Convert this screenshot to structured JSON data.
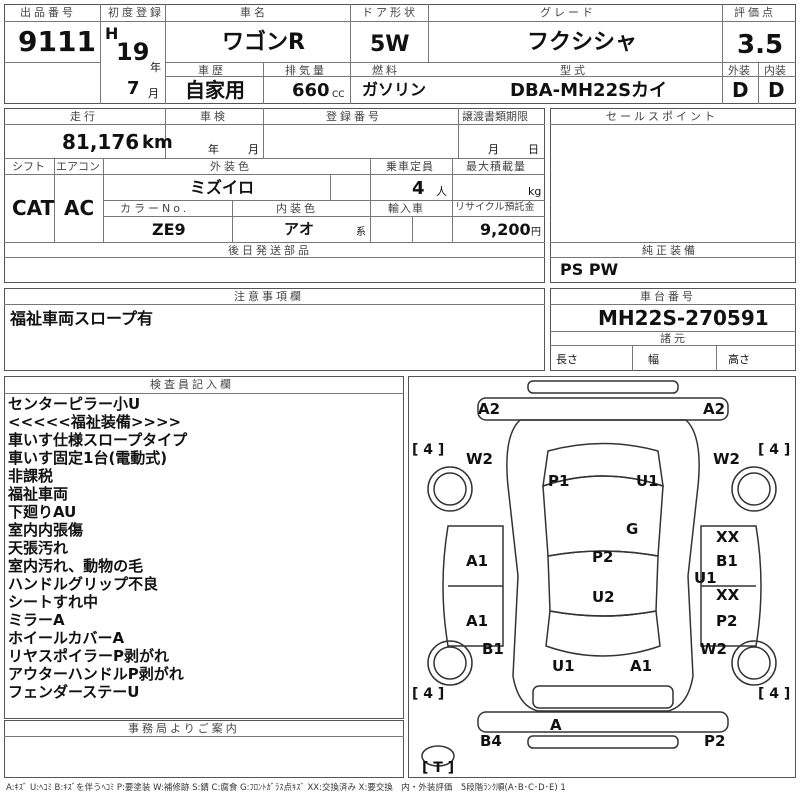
{
  "header": {
    "labels": {
      "lot_no": "出品番号",
      "first_reg": "初度登録",
      "car_name": "車名",
      "door": "ドア形状",
      "grade": "グレード",
      "score": "評価点",
      "history": "車歴",
      "displacement": "排気量",
      "fuel": "燃料",
      "model": "型式",
      "ext": "外装",
      "int": "内装",
      "year_unit": "年",
      "month_unit": "月",
      "cc_unit": "CC"
    },
    "lot_no": "9111",
    "era": "H",
    "year": "19",
    "month": "7",
    "car_name": "ワゴンR",
    "door": "5W",
    "grade": "フクシシャ",
    "score": "3.5",
    "history": "自家用",
    "displacement": "660",
    "fuel": "ガソリン",
    "model": "DBA-MH22Sカイ",
    "ext_grade": "D",
    "int_grade": "D"
  },
  "row2": {
    "labels": {
      "mileage": "走行",
      "inspection": "車検",
      "reg_no": "登録番号",
      "transfer": "譲渡書類期限",
      "sales_points": "セールスポイント",
      "shift": "シフト",
      "aircon": "エアコン",
      "ext_color": "外装色",
      "capacity": "乗車定員",
      "max_load": "最大積載量",
      "color_no": "カラーNo.",
      "int_color": "内装色",
      "import": "輸入車",
      "recycle": "リサイクル預託金",
      "later_parts": "後日発送部品",
      "genuine": "純正装備",
      "year_unit": "年",
      "month_unit": "月",
      "day_unit": "日",
      "person_unit": "人",
      "kg_unit": "kg",
      "yen_unit": "円",
      "kei_unit": "系",
      "km_unit": "km"
    },
    "mileage": "81,176",
    "shift": "CAT",
    "aircon": "AC",
    "ext_color": "ミズイロ",
    "capacity": "4",
    "color_no": "ZE9",
    "int_color": "アオ",
    "recycle": "9,200",
    "genuine": "PS PW"
  },
  "caution": {
    "label": "注意事項欄",
    "text": "福祉車両スロープ有"
  },
  "chassis": {
    "label": "車台番号",
    "value": "MH22S-270591",
    "dims_label": "諸元",
    "length": "長さ",
    "width": "幅",
    "height": "高さ"
  },
  "inspector": {
    "label": "検査員記入欄",
    "notes": [
      "センターピラー小U",
      "<<<<<福祉装備>>>>",
      "車いす仕様スロープタイプ",
      "車いす固定1台(電動式)",
      "非課税",
      "福祉車両",
      "下廻りAU",
      "室内内張傷",
      "天張汚れ",
      "室内汚れ、動物の毛",
      "ハンドルグリップ不良",
      "シートすれ中",
      "ミラーA",
      "ホイールカバーA",
      "リヤスポイラーP剥がれ",
      "アウターハンドルP剥がれ",
      "フェンダーステーU"
    ]
  },
  "office": {
    "label": "事務局よりご案内"
  },
  "diagram": {
    "marks": {
      "a2_left": "A2",
      "a2_right": "A2",
      "tire_fl": "[ 4 ]",
      "tire_fr": "[ 4 ]",
      "tire_rl": "[ 4 ]",
      "tire_rr": "[ 4 ]",
      "spare": "[ T ]",
      "w2_fl": "W2",
      "w2_fr": "W2",
      "w2_rr": "W2",
      "p1": "P1",
      "u1_roof": "U1",
      "g": "G",
      "p2_center": "P2",
      "u2": "U2",
      "a1_l1": "A1",
      "a1_l2": "A1",
      "b1_l": "B1",
      "u1_rear": "U1",
      "a1_rear": "A1",
      "xx_r1": "XX",
      "b1_r": "B1",
      "u1_r": "U1",
      "xx_r2": "XX",
      "p2_r": "P2",
      "a_bumper": "A",
      "b4": "B4",
      "p2_bottom": "P2"
    }
  },
  "legend": "A:ｷｽﾞ U:ﾍｺﾐ B:ｷｽﾞを伴うﾍｺﾐ P:要塗装 W:補修跡 S:錆 C:腐食 G:ﾌﾛﾝﾄｶﾞﾗｽ点ｷｽﾞ XX:交換済み X:要交換　内・外装評価　5段階ﾗﾝｸ順(A･B･C･D･E) 1"
}
